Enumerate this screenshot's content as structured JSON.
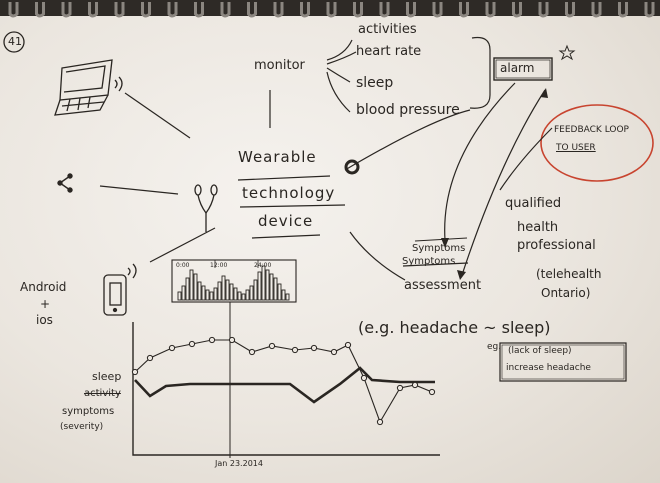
{
  "page_number": "41",
  "center": [
    "Wearable",
    "technology",
    "device"
  ],
  "monitor": {
    "label": "monitor",
    "items": [
      "activities",
      "heart rate",
      "sleep",
      "blood pressure"
    ]
  },
  "alarm": "alarm",
  "feedback": [
    "FEEDBACK LOOP",
    "TO USER"
  ],
  "symptoms_assessment": [
    "Symptoms",
    "Symptoms",
    "assessment"
  ],
  "professional": [
    "qualified",
    "health",
    "professional"
  ],
  "telehealth": [
    "(telehealth",
    "Ontario)"
  ],
  "example": "(e.g. headache ~ sleep)",
  "eg_box": {
    "prefix": "eg.",
    "lines": [
      "(lack of sleep)",
      "increase headache"
    ]
  },
  "platform": [
    "Android",
    "+",
    "ios"
  ],
  "histogram": {
    "ticks": [
      "0:00",
      "12:00",
      "24:00"
    ]
  },
  "chart": {
    "labels": [
      "sleep",
      "activity",
      "symptoms",
      "(severity)"
    ],
    "date": "Jan 23.2014"
  }
}
